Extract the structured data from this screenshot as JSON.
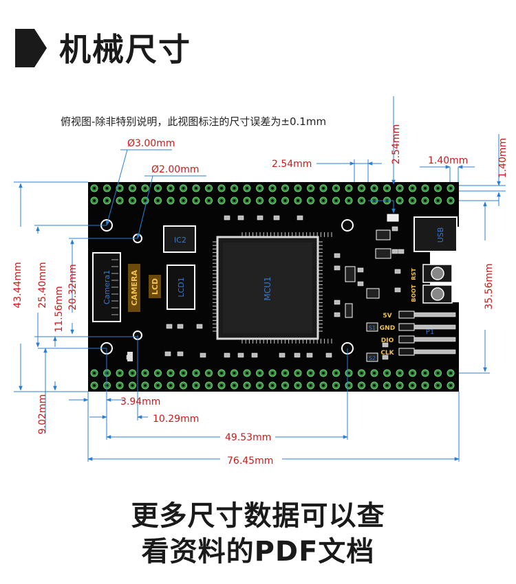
{
  "header": {
    "title": "机械尺寸",
    "icon": "play-marker-icon"
  },
  "note": "俯视图-除非特别说明，此视图标注的尺寸误差为±0.1mm",
  "board": {
    "mcu_label": "MCU1",
    "ic2_label": "IC2",
    "camera_connector_label": "Camera1",
    "camera_silk": "CAMERA",
    "lcd_connector_label": "LCD1",
    "lcd_silk": "LCD",
    "usb_label": "USB",
    "rst_label": "RST",
    "boot_label": "BOOT",
    "header_label": "P1",
    "pin_labels": [
      "5V",
      "GND",
      "DIO",
      "CLK"
    ],
    "s_labels": [
      "S1",
      "S2"
    ],
    "colors": {
      "pcb": "#050505",
      "pin": "#2f8f3a",
      "silk": "#ffffff",
      "label_bg": "#6b4a0b",
      "label_fg": "#f2c14e",
      "dim": "#cc1a1a",
      "ext": "#2a7fd4"
    }
  },
  "dimensions": {
    "hole3": "Ø3.00mm",
    "hole2": "Ø2.00mm",
    "pitch_a": "2.54mm",
    "pitch_b": "2.54mm",
    "w140": "1.40mm",
    "h140": "1.40mm",
    "h4344": "43.44mm",
    "h2540": "25.40mm",
    "h2032": "20.32mm",
    "h1156": "11.56mm",
    "h902": "9.02mm",
    "h3556": "35.56mm",
    "w394": "3.94mm",
    "w1029": "10.29mm",
    "w4953": "49.53mm",
    "w7645": "76.45mm"
  },
  "footer": {
    "line1": "更多尺寸数据可以查",
    "line2": "看资料的PDF文档"
  }
}
